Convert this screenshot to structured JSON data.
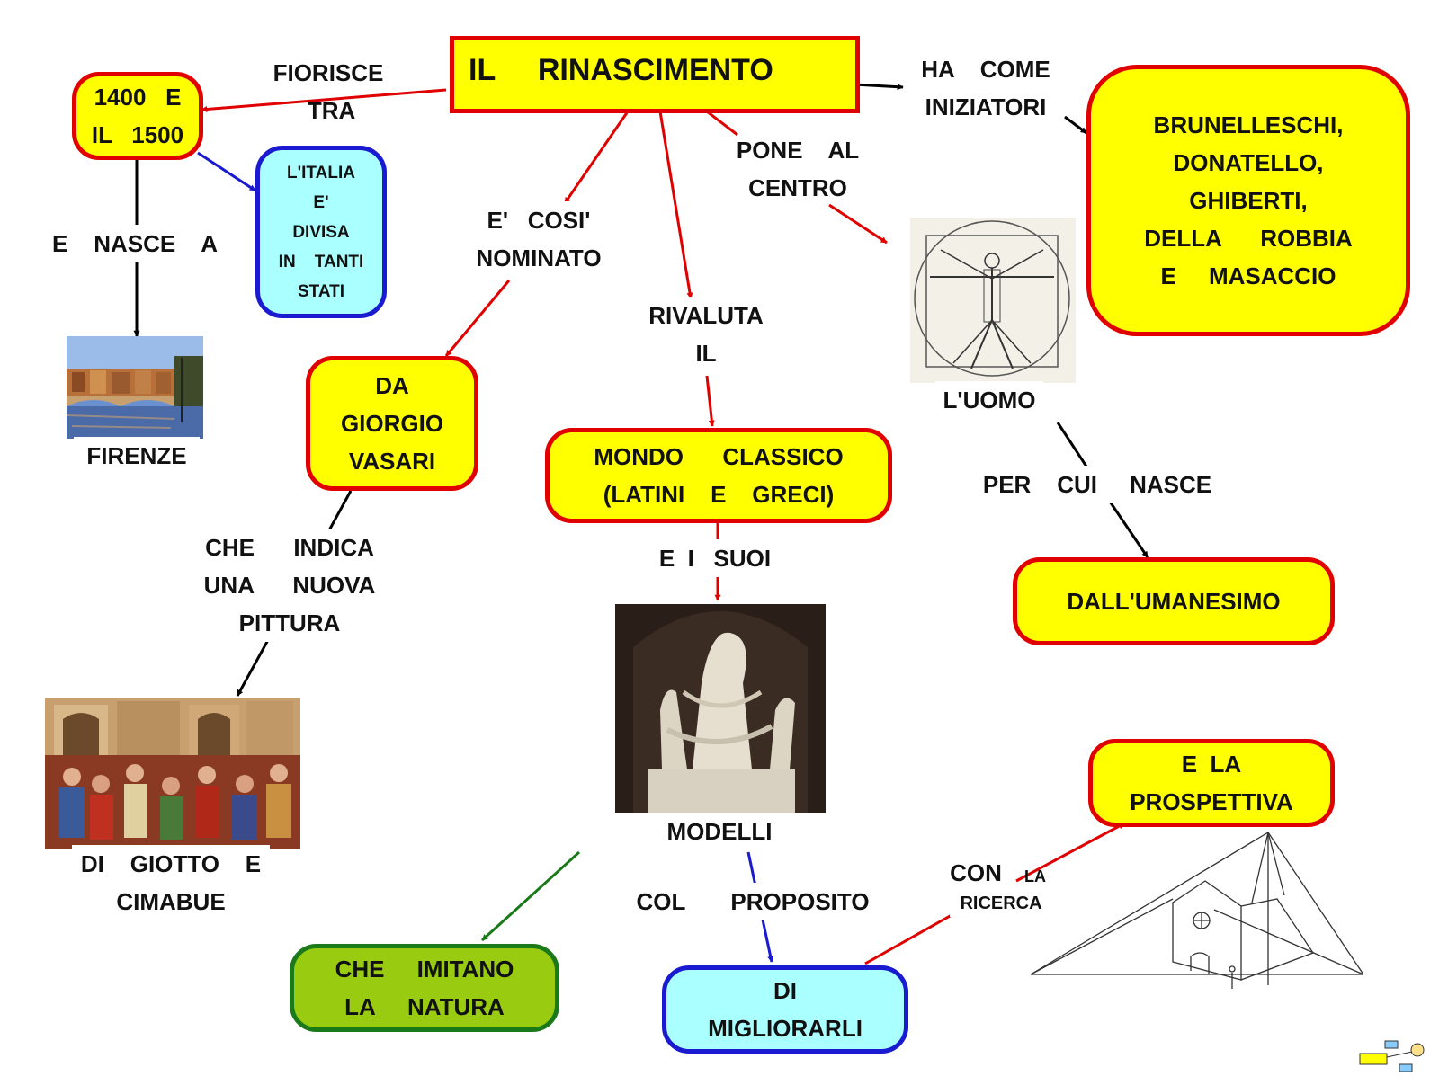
{
  "title": "IL     RINASCIMENTO",
  "nodes": {
    "dates": [
      "1400   E",
      "IL   1500"
    ],
    "italy": [
      "L'ITALIA",
      "E'",
      "DIVISA",
      "IN    TANTI",
      "STATI"
    ],
    "vasari": [
      "DA",
      "GIORGIO",
      "VASARI"
    ],
    "classic": [
      "MONDO      CLASSICO",
      "(LATINI    E    GRECI)"
    ],
    "initiators": [
      "BRUNELLESCHI,",
      "DONATELLO,",
      "GHIBERTI,",
      "DELLA      ROBBIA",
      "E     MASACCIO"
    ],
    "humanism": [
      "DALL'UMANESIMO"
    ],
    "perspective": [
      "E  LA",
      "PROSPETTIVA"
    ],
    "nature": [
      "CHE     IMITANO",
      "LA     NATURA"
    ],
    "improve": [
      "DI",
      "MIGLIORARLI"
    ]
  },
  "labels": {
    "fiorisce": "FIORISCE\n TRA",
    "nasce": "E    NASCE    A",
    "nominato": "E'   COSI'\nNOMINATO",
    "rivaluta": "RIVALUTA\nIL",
    "pone": "PONE    AL\nCENTRO",
    "iniziatori": "HA    COME\nINIZIATORI",
    "firenze": "FIRENZE",
    "uomo": "L'UOMO",
    "percui": "PER    CUI     NASCE",
    "indica": "CHE      INDICA\nUNA      NUOVA\nPITTURA",
    "suoi": "E  I   SUOI",
    "modelli": "MODELLI",
    "giotto": "DI    GIOTTO    E\nCIMABUE",
    "proposito": "COL       PROPOSITO",
    "con": "CON",
    "la": "LA",
    "ricerca": "RICERCA"
  },
  "colors": {
    "red": "#e00000",
    "black": "#000000",
    "blue": "#1a1ad0",
    "green": "#1a7a1a"
  },
  "images": {
    "florence": "ponte-vecchio-photo",
    "vitruvian": "vitruvian-man-drawing",
    "laocoon": "laocoon-sculpture-photo",
    "fresco": "renaissance-fresco-painting",
    "church": "perspective-church-sketch",
    "logo": "mindmap-app-logo"
  }
}
